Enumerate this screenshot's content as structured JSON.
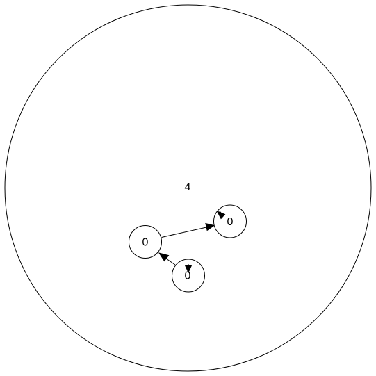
{
  "graph": {
    "outer": {
      "label": "4"
    },
    "nodes": [
      {
        "id": "a",
        "label": "0"
      },
      {
        "id": "b",
        "label": "0"
      },
      {
        "id": "c",
        "label": "0"
      }
    ],
    "edges": [
      {
        "from": "a",
        "to": "b"
      },
      {
        "from": "c",
        "to": "a"
      }
    ],
    "self_loops": [
      "b",
      "c"
    ],
    "colors": {
      "stroke": "#000000",
      "fill": "#ffffff"
    }
  }
}
